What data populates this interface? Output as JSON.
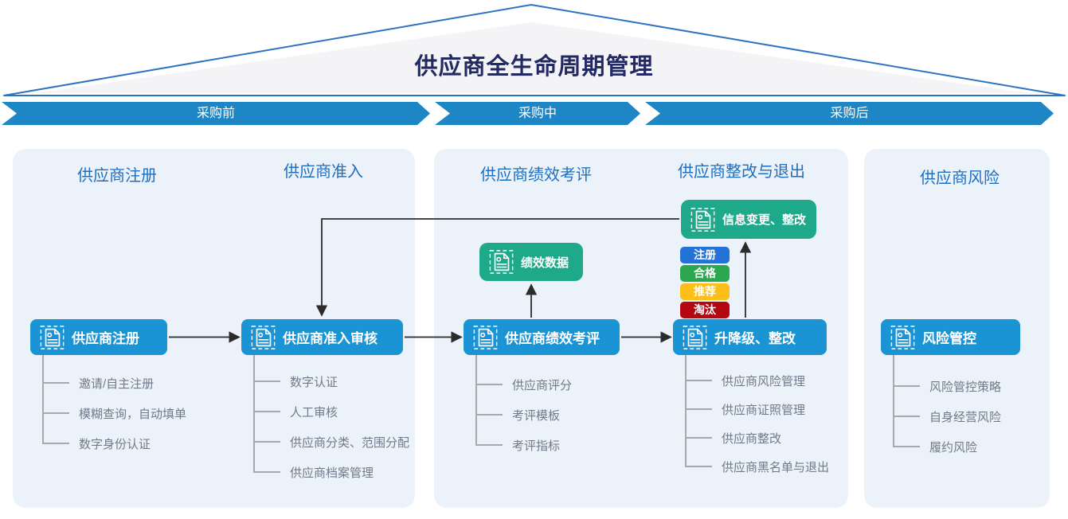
{
  "title": "供应商全生命周期管理",
  "phases": [
    {
      "label": "采购前"
    },
    {
      "label": "采购中"
    },
    {
      "label": "采购后"
    }
  ],
  "columns": [
    {
      "heading": "供应商注册",
      "node": {
        "label": "供应商注册",
        "items": [
          "邀请/自主注册",
          "模糊查询，自动填单",
          "数字身份认证"
        ]
      }
    },
    {
      "heading": "供应商准入",
      "node": {
        "label": "供应商准入审核",
        "items": [
          "数字认证",
          "人工审核",
          "供应商分类、范围分配",
          "供应商档案管理"
        ]
      }
    },
    {
      "heading": "供应商绩效考评",
      "node": {
        "label": "供应商绩效考评",
        "items": [
          "供应商评分",
          "考评模板",
          "考评指标"
        ]
      }
    },
    {
      "heading": "供应商整改与退出",
      "node": {
        "label": "升降级、整改",
        "items": [
          "供应商风险管理",
          "供应商证照管理",
          "供应商整改",
          "供应商黑名单与退出"
        ]
      }
    },
    {
      "heading": "供应商风险",
      "node": {
        "label": "风险管控",
        "items": [
          "风险管控策略",
          "自身经营风险",
          "履约风险"
        ]
      }
    }
  ],
  "float_nodes": [
    {
      "label": "绩效数据"
    },
    {
      "label": "信息变更、整改"
    }
  ],
  "badges": [
    {
      "label": "注册",
      "color": "#2272d7"
    },
    {
      "label": "合格",
      "color": "#2aa74f"
    },
    {
      "label": "推荐",
      "color": "#fcbe18"
    },
    {
      "label": "淘汰",
      "color": "#b50712"
    }
  ],
  "accent_colors": {
    "banner_blue": "#1e86c5",
    "node_blue": "#1b94d6",
    "node_green": "#1fa98b",
    "heading_blue": "#1e6fc2",
    "title_navy": "#232a63",
    "panel_bg": "#ecf2fa"
  }
}
